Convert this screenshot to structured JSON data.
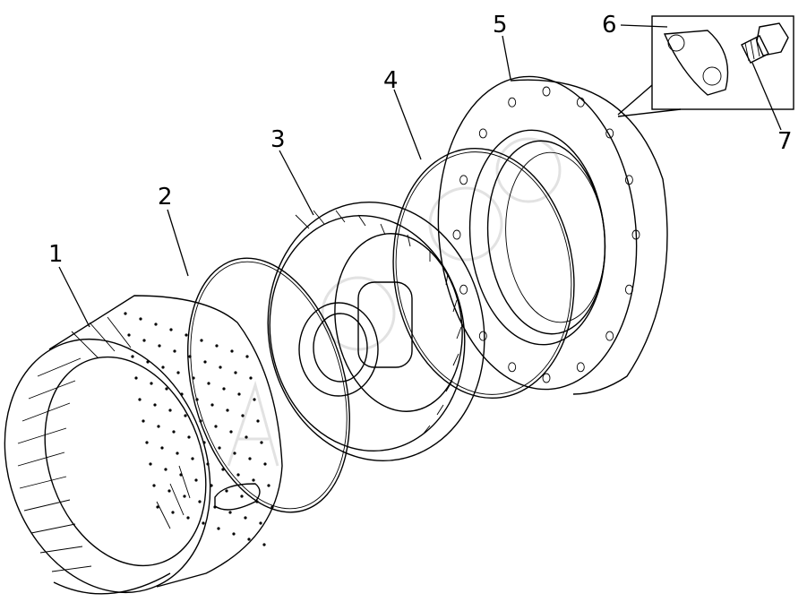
{
  "diagram": {
    "callouts": [
      {
        "id": "1",
        "label": "1"
      },
      {
        "id": "2",
        "label": "2"
      },
      {
        "id": "3",
        "label": "3"
      },
      {
        "id": "4",
        "label": "4"
      },
      {
        "id": "5",
        "label": "5"
      },
      {
        "id": "6",
        "label": "6"
      },
      {
        "id": "7",
        "label": "7"
      }
    ],
    "watermark": "AUTO-GROUP.RU"
  }
}
